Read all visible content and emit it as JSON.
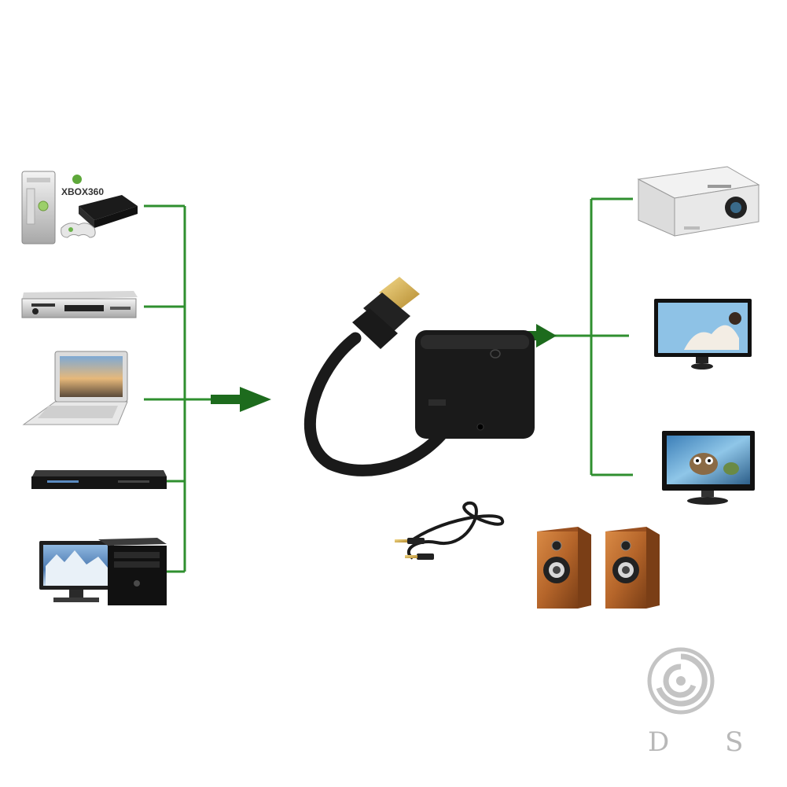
{
  "xbox_logo_text": "XBOX360",
  "watermark": {
    "text": "D S"
  },
  "colors": {
    "connector_green": "#2f8f2f",
    "arrow_green": "#1d6b1d",
    "adapter_black": "#1a1a1a",
    "hdmi_gold": "#d9b65a",
    "speaker_wood": "#b5652a",
    "watermark_gray": "#b8b8b8"
  },
  "inputs": [
    {
      "device": "game-consoles",
      "icon": "console-icon"
    },
    {
      "device": "dvd-player",
      "icon": "dvd-player-icon"
    },
    {
      "device": "laptop",
      "icon": "laptop-icon"
    },
    {
      "device": "blu-ray-player",
      "icon": "bluray-player-icon"
    },
    {
      "device": "desktop-pc",
      "icon": "desktop-pc-icon"
    }
  ],
  "outputs": [
    {
      "device": "projector",
      "icon": "projector-icon"
    },
    {
      "device": "monitor",
      "icon": "monitor-icon"
    },
    {
      "device": "tv",
      "icon": "tv-icon"
    },
    {
      "device": "speakers",
      "icon": "speaker-icon"
    }
  ]
}
